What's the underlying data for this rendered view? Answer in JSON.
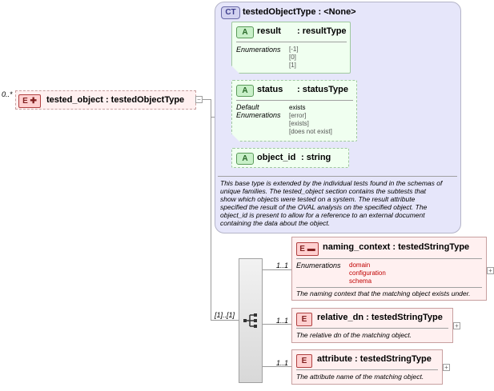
{
  "root": {
    "cardinality": "0..*",
    "badge": "E",
    "name": "tested_object : testedObjectType",
    "collapse": "−"
  },
  "complex_type": {
    "badge": "CT",
    "title": "testedObjectType : <None>",
    "attributes": [
      {
        "badge": "A",
        "name": "result",
        "type": ": resultType",
        "enumerations_label": "Enumerations",
        "enumerations": [
          "[-1]",
          "[0]",
          "[1]"
        ]
      },
      {
        "badge": "A",
        "name": "status",
        "type": ": statusType",
        "default_label": "Default",
        "default_value": "exists",
        "enumerations_label": "Enumerations",
        "enumerations": [
          "[error]",
          "[exists]",
          "[does not exist]"
        ]
      },
      {
        "badge": "A",
        "name": "object_id",
        "type": ": string"
      }
    ],
    "description": [
      "This base type is extended by the individual tests found in the schemas of",
      "unique families.  The tested_object section contains the subtests that",
      "show which objects were tested on a system. The result attribute",
      "specified the result of the OVAL analysis on the specified object. The",
      "object_id is present to allow for a reference to an external document",
      "containing the data about the object."
    ]
  },
  "sequence": {
    "cardinality": "[1]..[1]"
  },
  "children": [
    {
      "badge": "E",
      "cardinality": "1..1",
      "name": "naming_context : testedStringType",
      "enumerations_label": "Enumerations",
      "enumerations": [
        "domain",
        "configuration",
        "schema"
      ],
      "description": "The naming context that the matching object exists under.",
      "expand": "+"
    },
    {
      "badge": "E",
      "cardinality": "1..1",
      "name": "relative_dn : testedStringType",
      "description": "The relative dn of the matching object.",
      "expand": "+"
    },
    {
      "badge": "E",
      "cardinality": "1..1",
      "name": "attribute : testedStringType",
      "description": "The attribute name of the matching object.",
      "expand": "+"
    }
  ],
  "colors": {
    "element_fill": "#fff0f0",
    "attribute_fill": "#f0fff0",
    "complex_type_fill": "#e6e6fa",
    "enumeration_highlight": "#c00000"
  }
}
